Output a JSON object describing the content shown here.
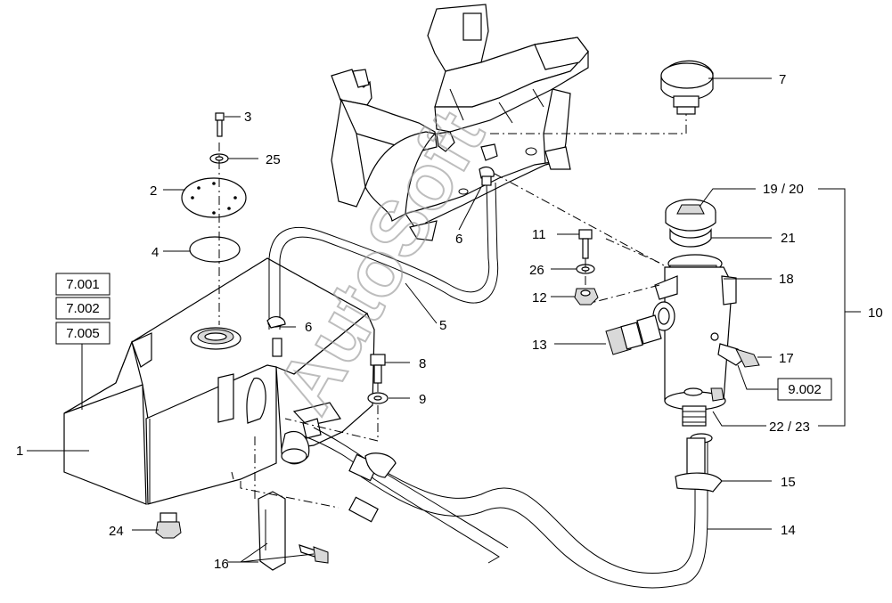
{
  "labels": {
    "l1": "1",
    "l2": "2",
    "l3": "3",
    "l4": "4",
    "l5": "5",
    "l6a": "6",
    "l6b": "6",
    "l7": "7",
    "l8": "8",
    "l9": "9",
    "l10": "10",
    "l11": "11",
    "l12": "12",
    "l13": "13",
    "l14": "14",
    "l15": "15",
    "l16": "16",
    "l17": "17",
    "l18": "18",
    "l19_20": "19 / 20",
    "l21": "21",
    "l22_23": "22 / 23",
    "l24": "24",
    "l25": "25",
    "l26": "26"
  },
  "refs": {
    "r7001": "7.001",
    "r7002": "7.002",
    "r7005": "7.005",
    "r9002": "9.002"
  },
  "watermark": "AutoSoft"
}
